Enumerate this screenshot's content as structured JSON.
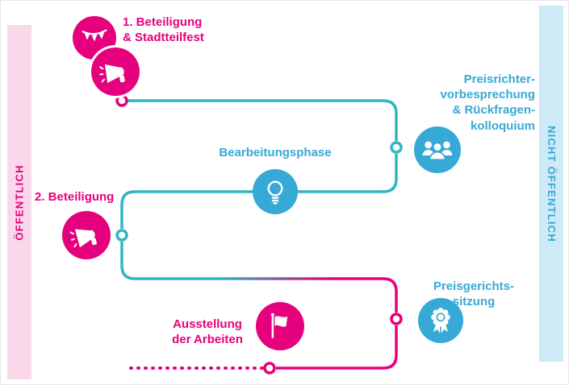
{
  "colors": {
    "pink": "#e5007d",
    "blue": "#36a9d6",
    "teal_line": "#2fb5c4",
    "pink_bar_bg": "#f9d9e9",
    "blue_bar_bg": "#cdeaf6"
  },
  "sidebars": {
    "left": {
      "label": "ÖFFENTLICH"
    },
    "right": {
      "label": "NICHT ÖFFENTLICH"
    }
  },
  "nodes": {
    "beteiligung1": {
      "label": "1. Beteiligung\n& Stadtteilfest",
      "icons": [
        "bunting-icon",
        "megaphone-icon"
      ]
    },
    "preisrichter": {
      "label": "Preisrichter-\nvorbesprechung\n& Rückfragen-\nkolloquium",
      "icon": "jury-icon"
    },
    "bearbeitungsphase": {
      "label": "Bearbeitungsphase",
      "icon": "lightbulb-icon"
    },
    "beteiligung2": {
      "label": "2. Beteiligung",
      "icon": "megaphone-icon"
    },
    "preisgericht": {
      "label": "Preisgerichts-\nsitzung",
      "icon": "award-icon"
    },
    "ausstellung": {
      "label": "Ausstellung\nder Arbeiten",
      "icon": "flag-icon"
    }
  }
}
